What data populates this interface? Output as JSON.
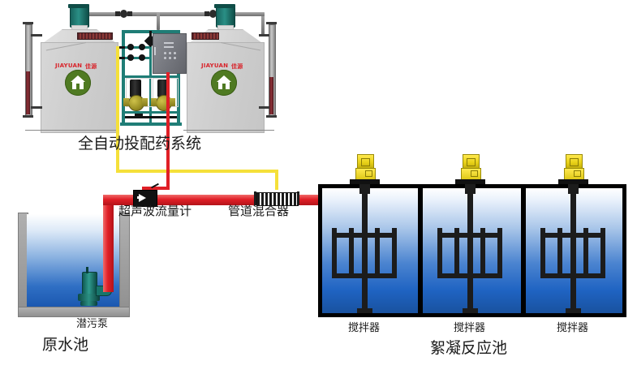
{
  "diagram": {
    "title_visible": false,
    "labels": {
      "dosing_system": "全自动投配药系统",
      "flow_meter": "超声波流量计",
      "pipe_mixer": "管道混合器",
      "submersible_pump": "潜污泵",
      "raw_water_tank": "原水池",
      "flocculation_basin": "絮凝反应池"
    },
    "agitator_labels": [
      "搅拌器",
      "搅拌器",
      "搅拌器"
    ],
    "brand": {
      "latin": "JIAYUAN",
      "chinese": "佳源",
      "logo_icon": "house-in-circle-logo"
    },
    "colors": {
      "raw_water_pipe": "#e01f26",
      "dosing_line": "#f5e03a",
      "skid_frame": "#1f7d76",
      "agitator_motor": "#e8d117",
      "basin_water": "#1f63c2",
      "brand_red": "#d8242b",
      "logo_green": "#4f7a22"
    },
    "equipment": [
      {
        "id": "chem-tank-left",
        "name": "chemical-dissolving-tank",
        "icon": "tank-icon"
      },
      {
        "id": "chem-tank-right",
        "name": "chemical-dissolving-tank",
        "icon": "tank-icon"
      },
      {
        "id": "dosing-skid",
        "name": "automatic-dosing-skid",
        "icon": "pump-skid-icon"
      },
      {
        "id": "control-cabinet",
        "name": "control-cabinet",
        "icon": "cabinet-icon"
      },
      {
        "id": "flow-meter",
        "name": "ultrasonic-flow-meter",
        "icon": "flow-meter-icon"
      },
      {
        "id": "static-mixer",
        "name": "inline-static-mixer",
        "icon": "mixer-icon"
      },
      {
        "id": "sewage-pump",
        "name": "submersible-sewage-pump",
        "icon": "pump-icon"
      },
      {
        "id": "agitator-1",
        "name": "basin-agitator",
        "icon": "agitator-icon"
      },
      {
        "id": "agitator-2",
        "name": "basin-agitator",
        "icon": "agitator-icon"
      },
      {
        "id": "agitator-3",
        "name": "basin-agitator",
        "icon": "agitator-icon"
      }
    ]
  }
}
